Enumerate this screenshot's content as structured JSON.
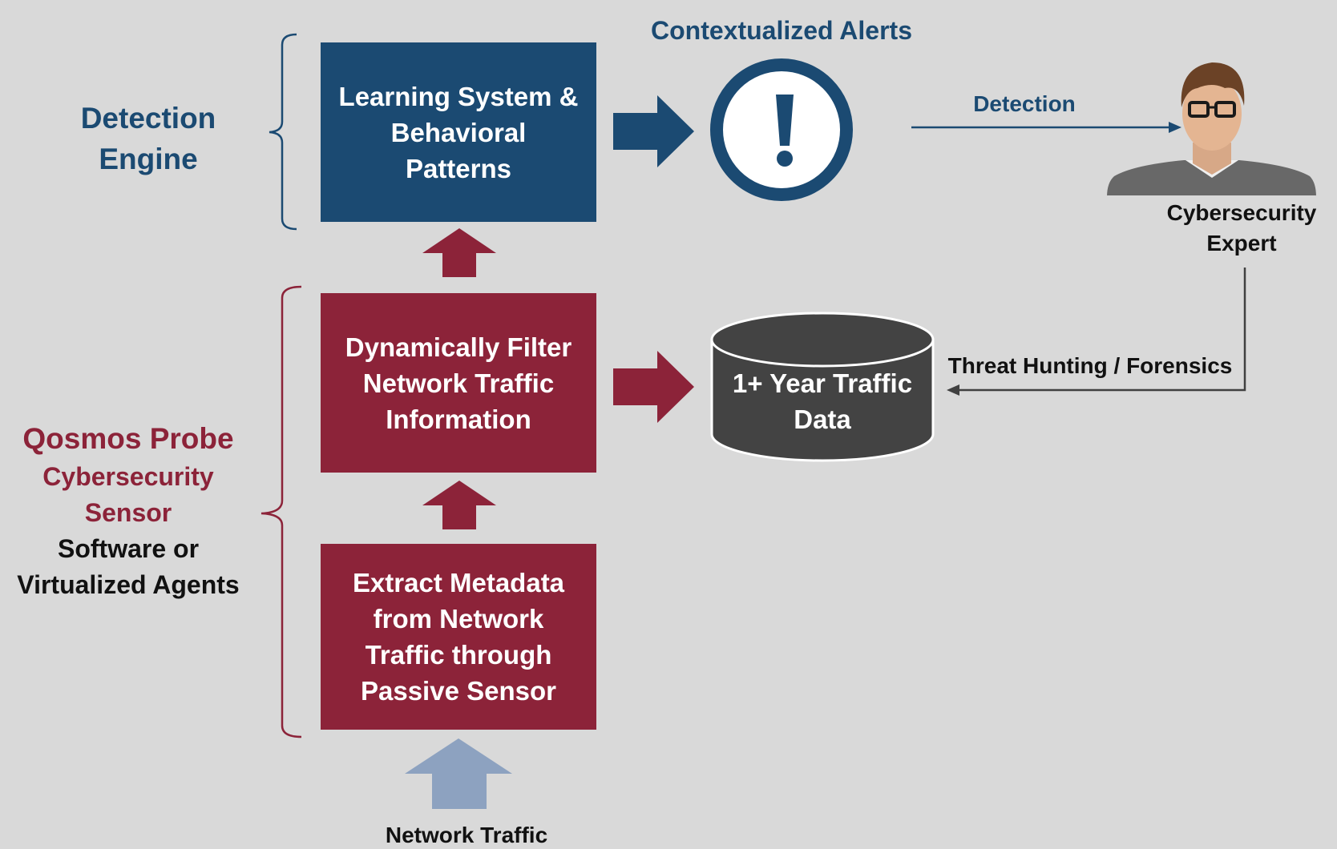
{
  "colors": {
    "background": "#d9d9d9",
    "detection_blue": "#1b4a72",
    "sensor_maroon": "#8c2339",
    "database_dark": "#434343",
    "input_arrow": "#8da2c0",
    "text_black": "#111111"
  },
  "detection_engine": {
    "title": "Detection\nEngine",
    "box_label": "Learning System &\nBehavioral\nPatterns"
  },
  "alerts": {
    "title": "Contextualized Alerts",
    "icon": "exclamation-icon",
    "symbol": "!"
  },
  "detection_flow": {
    "label": "Detection"
  },
  "expert": {
    "icon": "person-avatar-icon",
    "label": "Cybersecurity\nExpert"
  },
  "sensor": {
    "title": "Qosmos Probe",
    "subtitle": "Cybersecurity\nSensor",
    "note": "Software or\nVirtualized Agents",
    "filter_box_label": "Dynamically Filter\nNetwork Traffic\nInformation",
    "extract_box_label": "Extract Metadata\nfrom Network\nTraffic through\nPassive Sensor"
  },
  "storage": {
    "icon": "database-cylinder-icon",
    "label": "1+ Year Traffic\nData"
  },
  "hunting_flow": {
    "label": "Threat Hunting / Forensics"
  },
  "input": {
    "label": "Network Traffic"
  }
}
